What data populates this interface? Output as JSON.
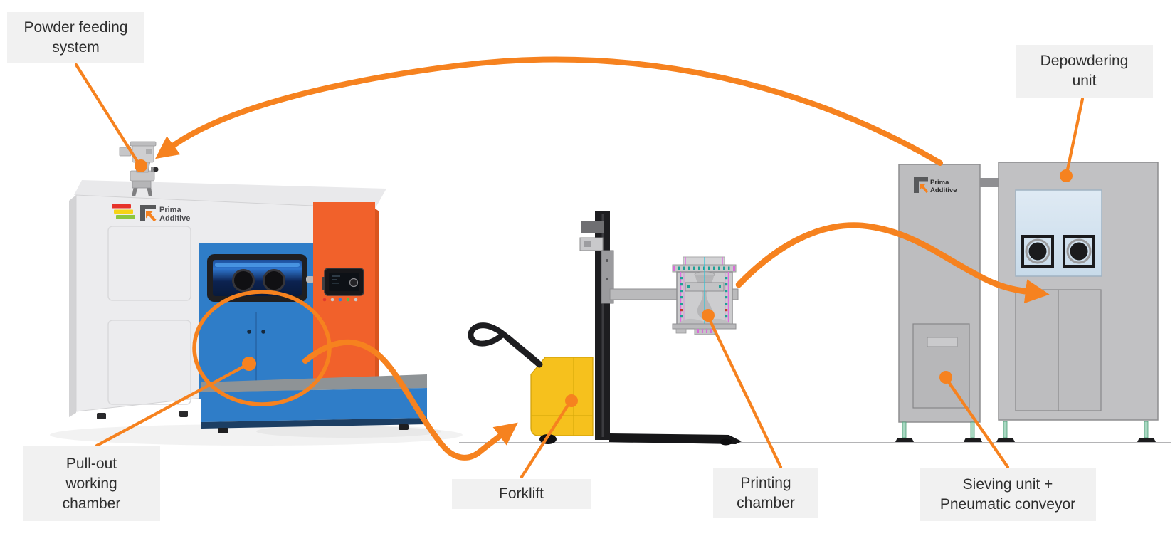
{
  "brand": {
    "name_line1": "Prima",
    "name_line2": "Additive"
  },
  "labels": {
    "powder_feeding": {
      "lines": [
        "Powder feeding",
        "system"
      ]
    },
    "depowdering": {
      "lines": [
        "Depowdering",
        "unit"
      ]
    },
    "pull_out": {
      "lines": [
        "Pull-out",
        "working",
        "chamber"
      ]
    },
    "forklift": {
      "lines": [
        "Forklift"
      ]
    },
    "printing_chamber": {
      "lines": [
        "Printing",
        "chamber"
      ]
    },
    "sieving": {
      "lines": [
        "Sieving unit +",
        "Pneumatic conveyor"
      ]
    }
  },
  "icons": {
    "brand_logo": "prima-arrow-icon",
    "flow_marker": "orange-arrowhead"
  },
  "colors": {
    "accent_orange": "#F6821F",
    "label_background": "#F1F1F1",
    "label_text": "#2E2E2E",
    "machine_blue": "#2F7DC8",
    "machine_orange": "#F1612B",
    "forklift_yellow": "#F6C11D",
    "cabinet_gray": "#BFBFC1",
    "window_blue": "#D9E6F1",
    "logo_bar_red": "#E6332A",
    "logo_bar_yellow": "#F6D317",
    "logo_bar_green": "#8DC63F"
  }
}
